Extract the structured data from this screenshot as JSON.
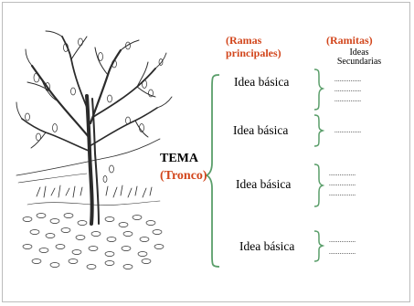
{
  "headers": {
    "ramas": "(Ramas principales)",
    "ramitas": "(Ramitas)",
    "ideas_secundarias": "Ideas Secundarias"
  },
  "center": {
    "tema": "TEMA",
    "tronco": "(Tronco)"
  },
  "ideas": [
    {
      "label": "Idea básica",
      "details": [
        "...............",
        "...............",
        "..............."
      ]
    },
    {
      "label": "Idea básica",
      "details": [
        "..............."
      ]
    },
    {
      "label": "Idea básica",
      "details": [
        "...............",
        "...............",
        "..............."
      ]
    },
    {
      "label": "Idea básica",
      "details": [
        "...............",
        "..............."
      ]
    }
  ],
  "colors": {
    "accent_text": "#d2461c",
    "brace": "#5a9e6a"
  },
  "illustration": "bare-tree-with-fallen-leaves"
}
